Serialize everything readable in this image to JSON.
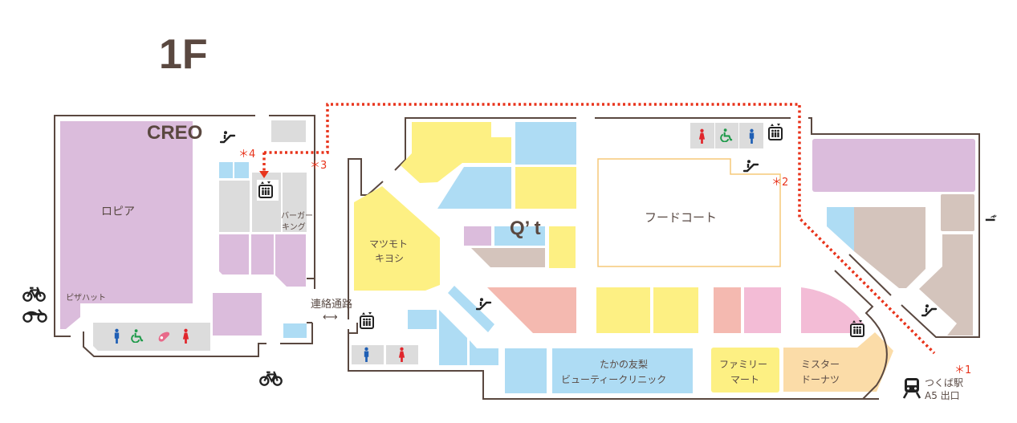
{
  "floor_label": "1F",
  "buildings": {
    "creo": "CREO",
    "qt": "Q’ t"
  },
  "stores": {
    "lopia": "ロピア",
    "pizza_hut": "ピザハット",
    "burger_king_1": "バーガー",
    "burger_king_2": "キング",
    "matsumoto_1": "マツモト",
    "matsumoto_2": "キヨシ",
    "food_court": "フードコート",
    "takano_1": "たかの友梨",
    "takano_2": "ビューティークリニック",
    "familymart_1": "ファミリー",
    "familymart_2": "マート",
    "misterdonut_1": "ミスター",
    "misterdonut_2": "ドーナツ"
  },
  "connection": {
    "label": "連絡通路",
    "arrow": "⟷"
  },
  "station": {
    "line1": "つくば駅",
    "line2": "A5 出口"
  },
  "notes": {
    "n1": "＊1",
    "n2": "＊2",
    "n3": "＊3",
    "n4": "＊4"
  },
  "icons": [
    "escalator-icon",
    "elevator-icon",
    "restroom-men-icon",
    "restroom-women-icon",
    "wheelchair-icon",
    "baby-care-icon",
    "bicycle-parking-icon",
    "motorcycle-parking-icon",
    "smoking-area-icon",
    "train-icon"
  ],
  "colors": {
    "wall": "#5a4840",
    "route": "#e8341c",
    "purple": "#dbbcdc",
    "blue": "#aedcf4",
    "yellow": "#fdf083",
    "gray": "#dcdcdc",
    "taupe": "#d4c4bc",
    "salmon": "#f4b9b0",
    "pink": "#f3bcd6",
    "peach": "#fbdca8",
    "foodcourt_border": "#f5c878",
    "men": "#1f5fb5",
    "women": "#e0262c",
    "wheelchair": "#1e9a4a",
    "baby": "#e86a8a"
  }
}
